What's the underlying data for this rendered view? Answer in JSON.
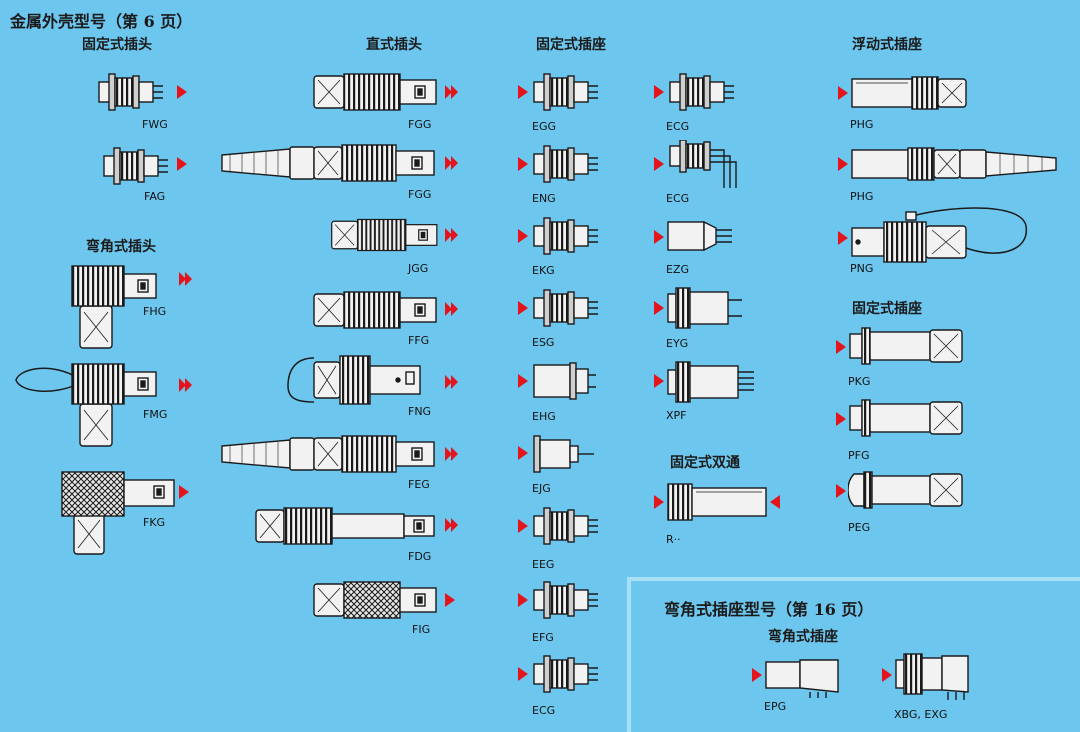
{
  "page_title": "金属外壳型号（第 6 页）",
  "colors": {
    "background": "#6dc6ee",
    "panel_border": "#a9dff6",
    "arrow": "#e3141c",
    "body": "#f2f2f2",
    "outline": "#1a1a1a"
  },
  "sections": {
    "fixed_plug": "固定式插头",
    "elbow_plug": "弯角式插头",
    "straight_plug": "直式插头",
    "fixed_socket": "固定式插座",
    "floating_socket": "浮动式插座",
    "fixed_socket_2": "固定式插座",
    "fixed_coupler": "固定式双通",
    "elbow_socket_models": "弯角式插座型号（第 16 页）",
    "elbow_socket": "弯角式插座"
  },
  "models": {
    "fwg": "FWG",
    "fag": "FAG",
    "fhg": "FHG",
    "fmg": "FMG",
    "fkg": "FKG",
    "fgg_1": "FGG",
    "fgg_2": "FGG",
    "jgg": "JGG",
    "ffg": "FFG",
    "fng": "FNG",
    "feg": "FEG",
    "fdg": "FDG",
    "fig": "FIG",
    "egg": "EGG",
    "eng": "ENG",
    "ekg": "EKG",
    "esg": "ESG",
    "ehg": "EHG",
    "ejg": "EJG",
    "eeg": "EEG",
    "efg": "EFG",
    "ecg_3": "ECG",
    "ecg_1": "ECG",
    "ecg_2": "ECG",
    "ezg": "EZG",
    "eyg": "EYG",
    "xpf": "XPF",
    "r": "R··",
    "phg_1": "PHG",
    "phg_2": "PHG",
    "png": "PNG",
    "pkg": "PKG",
    "pfg": "PFG",
    "peg": "PEG",
    "epg": "EPG",
    "xbg_exg": "XBG, EXG"
  }
}
